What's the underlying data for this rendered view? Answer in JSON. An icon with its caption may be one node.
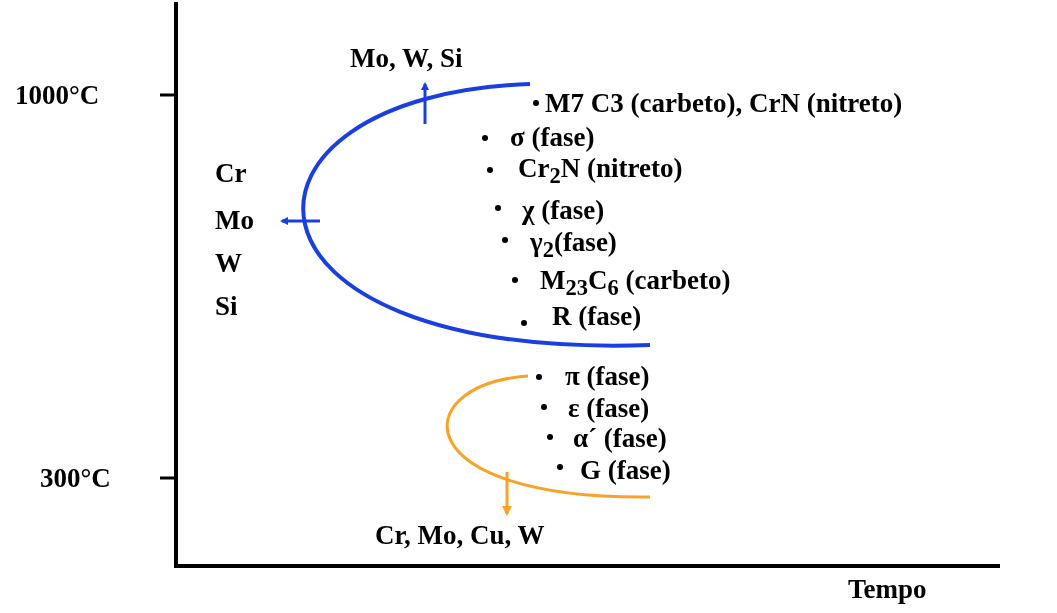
{
  "diagram": {
    "labels": [
      "Mo, W, Si",
      "1000°C",
      "M7 C3 (carbeto), CrN (nitreto)",
      "σ (fase)",
      "Cr",
      "Cr$_{2}$N (nitreto)",
      "Mo",
      "χ (fase)",
      "γ$_{2}$(fase)",
      "W",
      "M$_{23}$C$_{6}$ (carbeto)",
      "Si",
      "R (fase)",
      "π (fase)",
      "ε (fase)",
      "α´ (fase)",
      "G (fase)",
      "300°C",
      "Cr, Mo, Cu, W",
      "Tempo"
    ]
  }
}
